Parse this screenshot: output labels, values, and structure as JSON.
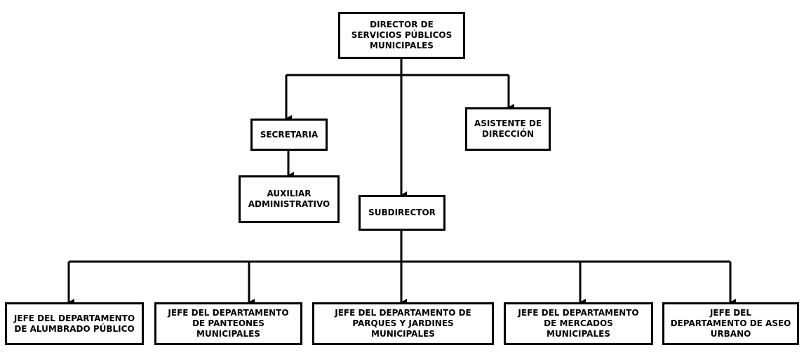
{
  "org_chart": {
    "director": "DIRECTOR DE\nSERVICIOS PÚBLICOS\nMUNICIPALES",
    "secretaria": "SECRETARIA",
    "asistente": "ASISTENTE DE\nDIRECCIÓN",
    "auxiliar": "AUXILIAR\nADMINISTRATIVO",
    "subdirector": "SUBDIRECTOR",
    "departments": [
      "JEFE DEL DEPARTAMENTO\nDE ALUMBRADO PÚBLICO",
      "JEFE DEL DEPARTAMENTO\nDE PANTEONES\nMUNICIPALES",
      "JEFE DEL DEPARTAMENTO DE\nPARQUES Y JARDINES\nMUNICIPALES",
      "JEFE DEL DEPARTAMENTO\nDE MERCADOS\nMUNICIPALES",
      "JEFE DEL\nDEPARTAMENTO DE ASEO\nURBANO"
    ]
  },
  "colors": {
    "line": "#000000",
    "box_fill": "#ffffff",
    "text": "#000000"
  }
}
